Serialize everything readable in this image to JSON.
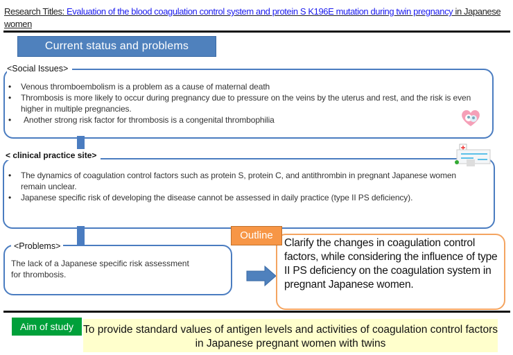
{
  "title": {
    "prefix": "Research Titles: ",
    "link": "Evaluation of the blood coagulation control system and protein S K196E mutation during twin pregnancy ",
    "suffix": "in Japanese women"
  },
  "header_box": "Current status and problems",
  "social": {
    "label": "<Social Issues>",
    "bullets": [
      "Venous thromboembolism is a problem as a cause of maternal death",
      "Thrombosis is more likely to occur during pregnancy due to pressure on the veins by the uterus and rest, and the risk is even higher in multiple pregnancies.",
      "Another strong risk factor for thrombosis is a congenital thrombophilia"
    ]
  },
  "clinical": {
    "label": "< clinical practice site>",
    "bullets": [
      "The dynamics of coagulation control factors such as protein S, protein C, and antithrombin in pregnant Japanese women remain unclear.",
      "Japanese specific risk of developing the disease cannot be assessed in daily practice (type II PS deficiency)."
    ]
  },
  "problems": {
    "label": "<Problems>",
    "text": "The lack of a Japanese specific risk assessment for thrombosis."
  },
  "outline": {
    "tag": "Outline",
    "text": "Clarify the changes in coagulation control factors, while considering the influence of type II PS deficiency on the coagulation system in pregnant Japanese women."
  },
  "aim": {
    "tag": "Aim of study",
    "text": "To provide standard values of antigen levels and activities of coagulation control factors in Japanese pregnant women with twins"
  },
  "colors": {
    "blue": "#4f81bd",
    "orange": "#f79646",
    "green": "#00a03a",
    "yellow": "#ffffcc"
  }
}
